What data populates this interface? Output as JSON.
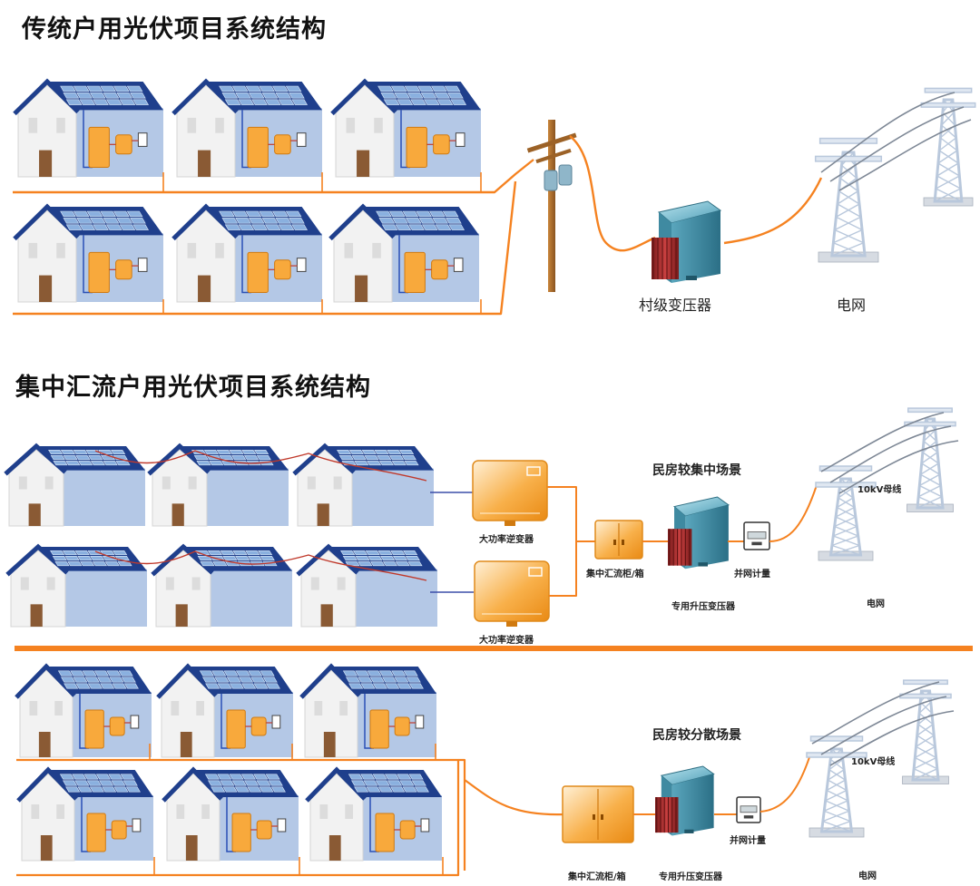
{
  "sections": {
    "traditional": {
      "title": "传统户用光伏项目系统结构"
    },
    "centralized": {
      "title": "集中汇流户用光伏项目系统结构"
    }
  },
  "labels": {
    "village_transformer": "村级变压器",
    "grid": "电网",
    "grid_b": "电网",
    "grid_c": "电网",
    "inverter_a": "大功率逆变器",
    "inverter_b": "大功率逆变器",
    "combiner_b": "集中汇流柜/箱",
    "combiner_c": "集中汇流柜/箱",
    "meter_b": "并网计量",
    "meter_c": "并网计量",
    "stepup_b": "专用升压变压器",
    "stepup_c": "专用升压变压器",
    "busbar_b": "10kV母线",
    "busbar_c": "10kV母线",
    "scene_concentrated": "民房较集中场景",
    "scene_scattered": "民房较分散场景"
  },
  "colors": {
    "wire": "#f58220",
    "house_wall": "#f2f2f2",
    "house_side": "#b4c8e6",
    "roof": "#1f3f8c",
    "solar_cell": "#8ab0df",
    "equipment": "#f8a93c",
    "transformer_body": "#3e8fa8",
    "transformer_fin": "#b02d2d"
  }
}
